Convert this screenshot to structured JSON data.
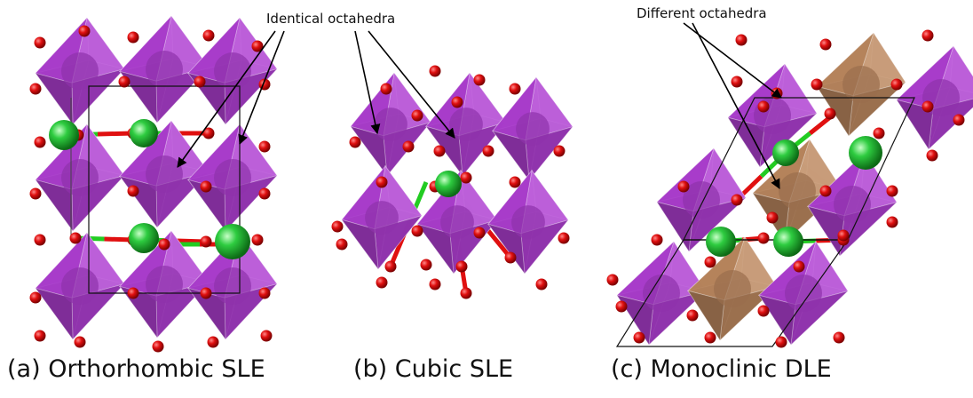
{
  "annotations": {
    "identical": "Identical octahedra",
    "different": "Different octahedra"
  },
  "captions": {
    "a": "(a) Orthorhombic SLE",
    "b": "(b) Cubic SLE",
    "c": "(c) Monoclinic DLE"
  },
  "colors": {
    "octahedron_purple": "#b23fd6",
    "octahedron_brown": "#c08a60",
    "oxygen": "#e01010",
    "cation_green": "#2ecc40",
    "bond_red": "#e01010",
    "bond_green": "#22cc22"
  }
}
